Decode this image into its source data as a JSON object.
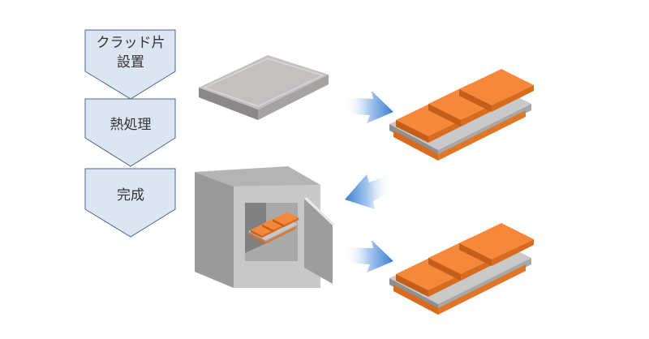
{
  "steps": [
    {
      "line1": "クラッド片",
      "line2": "設置"
    },
    {
      "line1": "熱処理"
    },
    {
      "line1": "完成"
    }
  ],
  "colors": {
    "step_fill": "#dce6f2",
    "step_stroke": "#4a6690",
    "copper": "#f28a30",
    "copper_dark": "#c8611a",
    "metal": "#b8b8b8",
    "arrow_blue": "#4f8fd6"
  }
}
